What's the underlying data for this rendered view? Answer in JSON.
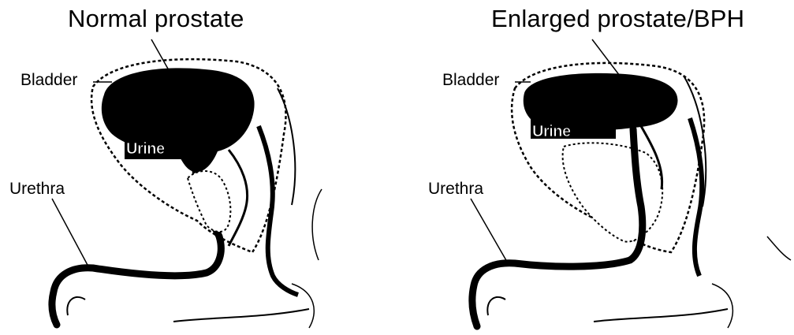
{
  "panels": [
    {
      "title": "Normal prostate",
      "labels": {
        "bladder": "Bladder",
        "urethra": "Urethra",
        "urine": "Urine"
      }
    },
    {
      "title": "Enlarged prostate/BPH",
      "labels": {
        "bladder": "Bladder",
        "urethra": "Urethra",
        "urine": "Urine"
      }
    }
  ],
  "colors": {
    "ink": "#000000",
    "paper": "#ffffff"
  }
}
